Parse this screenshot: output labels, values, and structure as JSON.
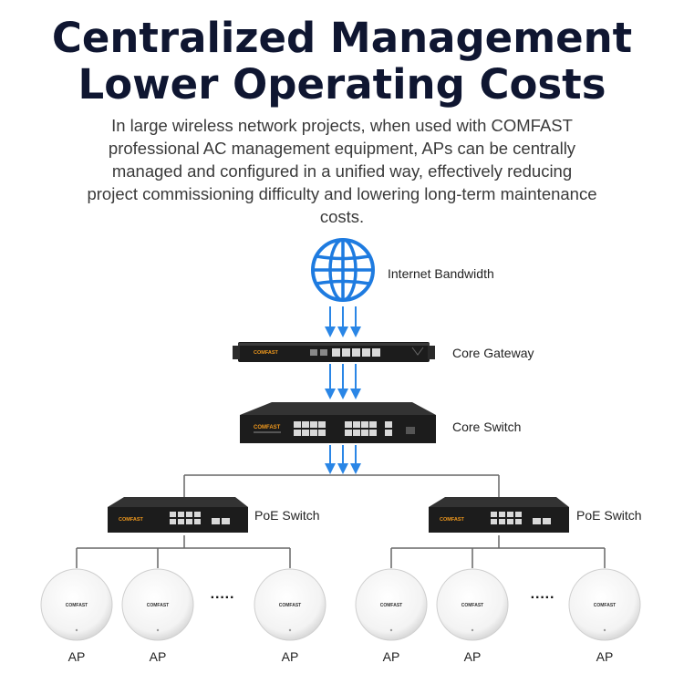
{
  "heading": {
    "line1": "Centralized Management",
    "line2": "Lower Operating Costs"
  },
  "description": "In large wireless network projects, when used with COMFAST professional AC management equipment, APs can be centrally managed and configured in a unified way, effectively reducing project commissioning difficulty and lowering long-term maintenance costs.",
  "nodes": {
    "internet": "Internet Bandwidth",
    "core_gateway": "Core Gateway",
    "core_switch": "Core Switch",
    "poe_switch_left": "PoE Switch",
    "poe_switch_right": "PoE Switch"
  },
  "devices": {
    "brand": "COMFAST",
    "ellipsis": "·····"
  },
  "access_points": {
    "left": [
      "AP",
      "AP",
      "AP"
    ],
    "right": [
      "AP",
      "AP",
      "AP"
    ]
  },
  "colors": {
    "title": "#0f1631",
    "globe": "#1e7be0",
    "arrow": "#2a86e6",
    "line": "#666666",
    "device_body": "#1c1c1c",
    "brand_orange": "#f29a1d"
  },
  "icons": {
    "internet": "globe-icon",
    "flow": "down-arrow-icon"
  }
}
